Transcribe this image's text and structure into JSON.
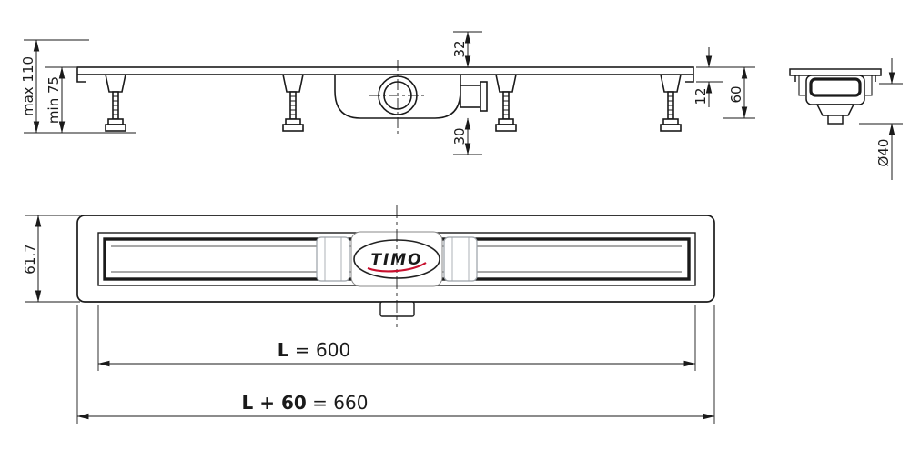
{
  "drawing": {
    "background": "#ffffff",
    "colors": {
      "line": "#1a1a1a",
      "logo_red": "#c8102e",
      "bracket_gray": "#9aa0a6"
    },
    "side_view": {
      "dim_max_height": "max 110",
      "dim_min_height": "min 75",
      "dim_top_offset": "32",
      "dim_outlet_bottom": "30",
      "dim_edge_height": "12",
      "dim_body_height": "60"
    },
    "end_view": {
      "dim_pipe_diameter": "Ø40"
    },
    "plan_view": {
      "dim_channel_width": "61.7",
      "logo_text": "TIMO",
      "dim_length_label": "L",
      "dim_length_value": " = 600",
      "dim_total_label": "L + 60",
      "dim_total_value": " = 660"
    }
  }
}
